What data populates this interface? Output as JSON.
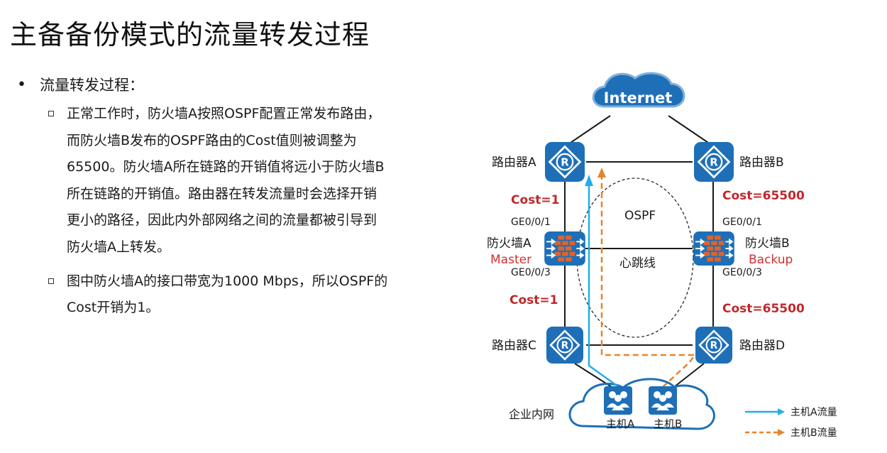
{
  "title": "主备备份模式的流量转发过程",
  "bullets": {
    "main": "流量转发过程：",
    "sub1": [
      "正常工作时，防火墙A按照OSPF配置正常发布路由，",
      "而防火墙B发布的OSPF路由的Cost值则被调整为",
      "65500。防火墙A所在链路的开销值将远小于防火墙B",
      "所在链路的开销值。路由器在转发流量时会选择开销",
      "更小的路径，因此内外部网络之间的流量都被引导到",
      "防火墙A上转发。"
    ],
    "sub2": [
      "图中防火墙A的接口带宽为1000 Mbps，所以OSPF的",
      "Cost开销为1。"
    ]
  },
  "diagram": {
    "internet": "Internet",
    "router_a": "路由器A",
    "router_b": "路由器B",
    "router_c": "路由器C",
    "router_d": "路由器D",
    "fw_a": "防火墙A",
    "fw_a_role": "Master",
    "fw_b": "防火墙B",
    "fw_b_role": "Backup",
    "cost_a_top": "Cost=1",
    "cost_a_bottom": "Cost=1",
    "cost_b_top": "Cost=65500",
    "cost_b_bottom": "Cost=65500",
    "ge_a_top": "GE0/0/1",
    "ge_a_bottom": "GE0/0/3",
    "ge_b_top": "GE0/0/1",
    "ge_b_bottom": "GE0/0/3",
    "ospf": "OSPF",
    "heartbeat": "心跳线",
    "intranet": "企业内网",
    "host_a": "主机A",
    "host_b": "主机B",
    "legend_a": "主机A流量",
    "legend_b": "主机B流量"
  },
  "colors": {
    "device_blue": "#1e6fb8",
    "firewall_orange": "#e0632a",
    "cost_red": "#c0282d",
    "role_red": "#d03030",
    "host_a_flow": "#22aee6",
    "host_b_flow": "#e8822a"
  }
}
